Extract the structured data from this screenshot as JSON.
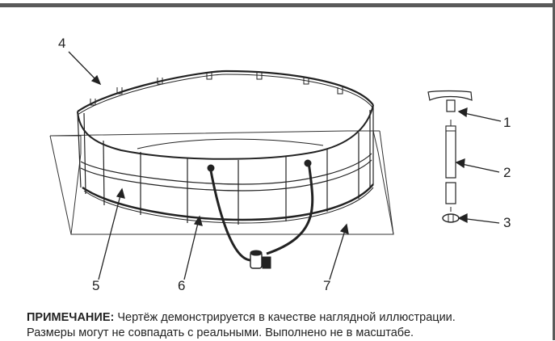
{
  "figure": {
    "callouts": [
      {
        "id": "1",
        "label": "1"
      },
      {
        "id": "2",
        "label": "2"
      },
      {
        "id": "3",
        "label": "3"
      },
      {
        "id": "4",
        "label": "4"
      },
      {
        "id": "5",
        "label": "5"
      },
      {
        "id": "6",
        "label": "6"
      },
      {
        "id": "7",
        "label": "7"
      }
    ]
  },
  "note": {
    "heading": "ПРИМЕЧАНИЕ:",
    "line1": " Чертёж демонстрируется в качестве наглядной иллюстрации.",
    "line2": "Размеры могут не совпадать с реальными. Выполнено не в масштабе."
  },
  "colors": {
    "frame": "#5a5a5a",
    "ink": "#222222",
    "background": "#ffffff"
  }
}
